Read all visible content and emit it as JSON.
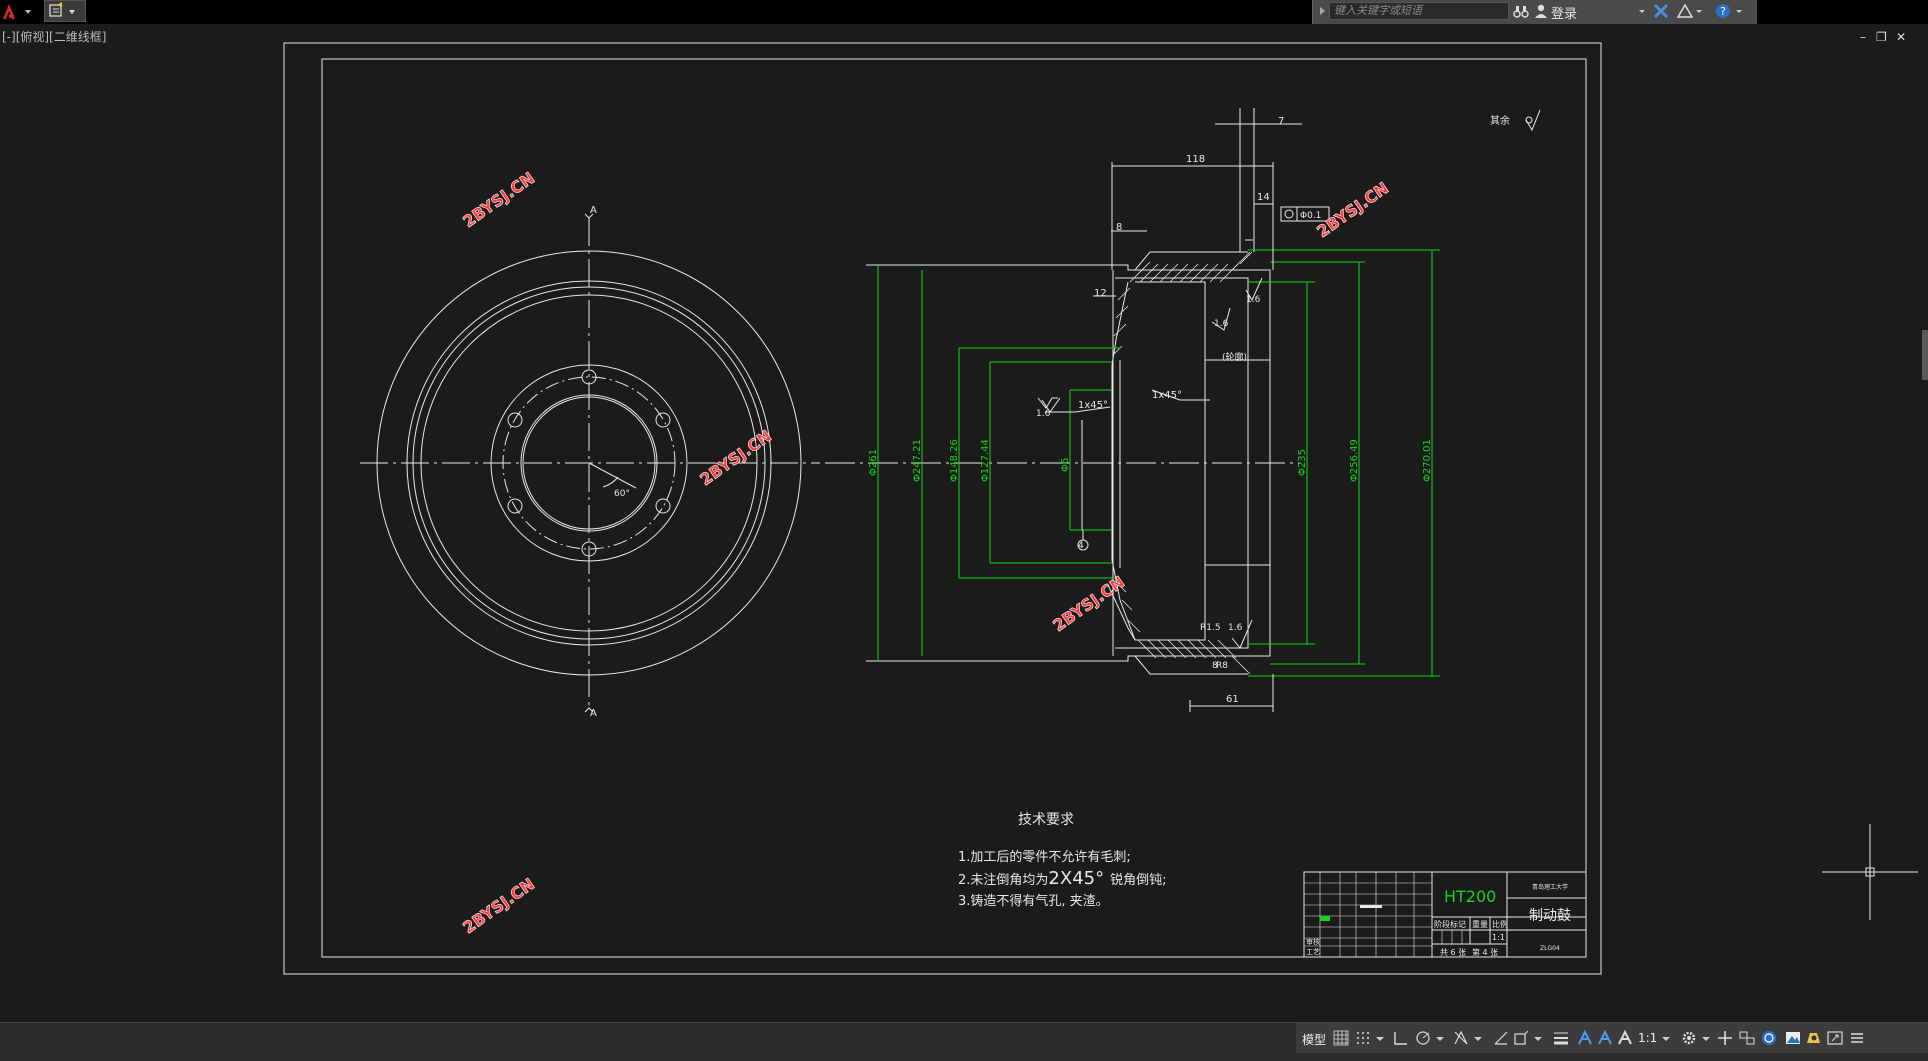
{
  "titlebar": {
    "search_placeholder": "键入关键字或短语",
    "login_label": "登录"
  },
  "viewport": {
    "view_label": "[-][俯视][二维线框]"
  },
  "drawing": {
    "section_mark_a": "A",
    "roughness_general": "其余",
    "dims": {
      "d7": "7",
      "d118": "118",
      "d14": "14",
      "d8": "8",
      "d12": "12",
      "tol": "Φ0.1",
      "ra_a": "1.6",
      "ra_b": "1.6",
      "chamfer_1": "1x45°",
      "chamfer_2": "1x45°",
      "ra_c": "1.6",
      "tolspan": "(轮廓)",
      "dia_a": "Φ261",
      "dia_b": "Φ247.21",
      "dia_c": "Φ148.26",
      "dia_d": "Φ127.44",
      "dia_e": "Φ6",
      "dia_f": "Φ235",
      "dia_g": "Φ256.49",
      "dia_h": "Φ270.01",
      "angle": "60°",
      "r_a": "R1.5",
      "ra_d": "1.6",
      "d8b": "8",
      "d_b": "R8",
      "d61": "61",
      "bolt": "4"
    },
    "watermarks": [
      "2BYSJ.CN",
      "2BYSJ.CN",
      "2BYSJ.CN",
      "2BYSJ.CN",
      "2BYSJ.CN"
    ],
    "tech_req": {
      "title": "技术要求",
      "item1": "1.加工后的零件不允许有毛刺;",
      "item2_prefix": "2.未注倒角均为",
      "item2_big": "2X45°",
      "item2_suffix": "锐角倒钝;",
      "item3": "3.铸造不得有气孔, 夹渣。"
    },
    "title_block": {
      "material": "HT200",
      "school": "青岛理工大学",
      "part_name": "制动鼓",
      "stage": "阶段标记",
      "weight": "重量",
      "ratio": "比例",
      "scale": "1:1",
      "sheets": "共 6 张",
      "sheet_no": "第 4 张",
      "code": "ZLG04",
      "review": "审核",
      "process": "工艺"
    }
  },
  "statusbar": {
    "model_tab": "模型",
    "scale": "1:1"
  },
  "colors": {
    "bg": "#1b1b1b",
    "line": "#e8e8e8",
    "dim": "#17d517",
    "watermark": "#ff3b3b"
  }
}
